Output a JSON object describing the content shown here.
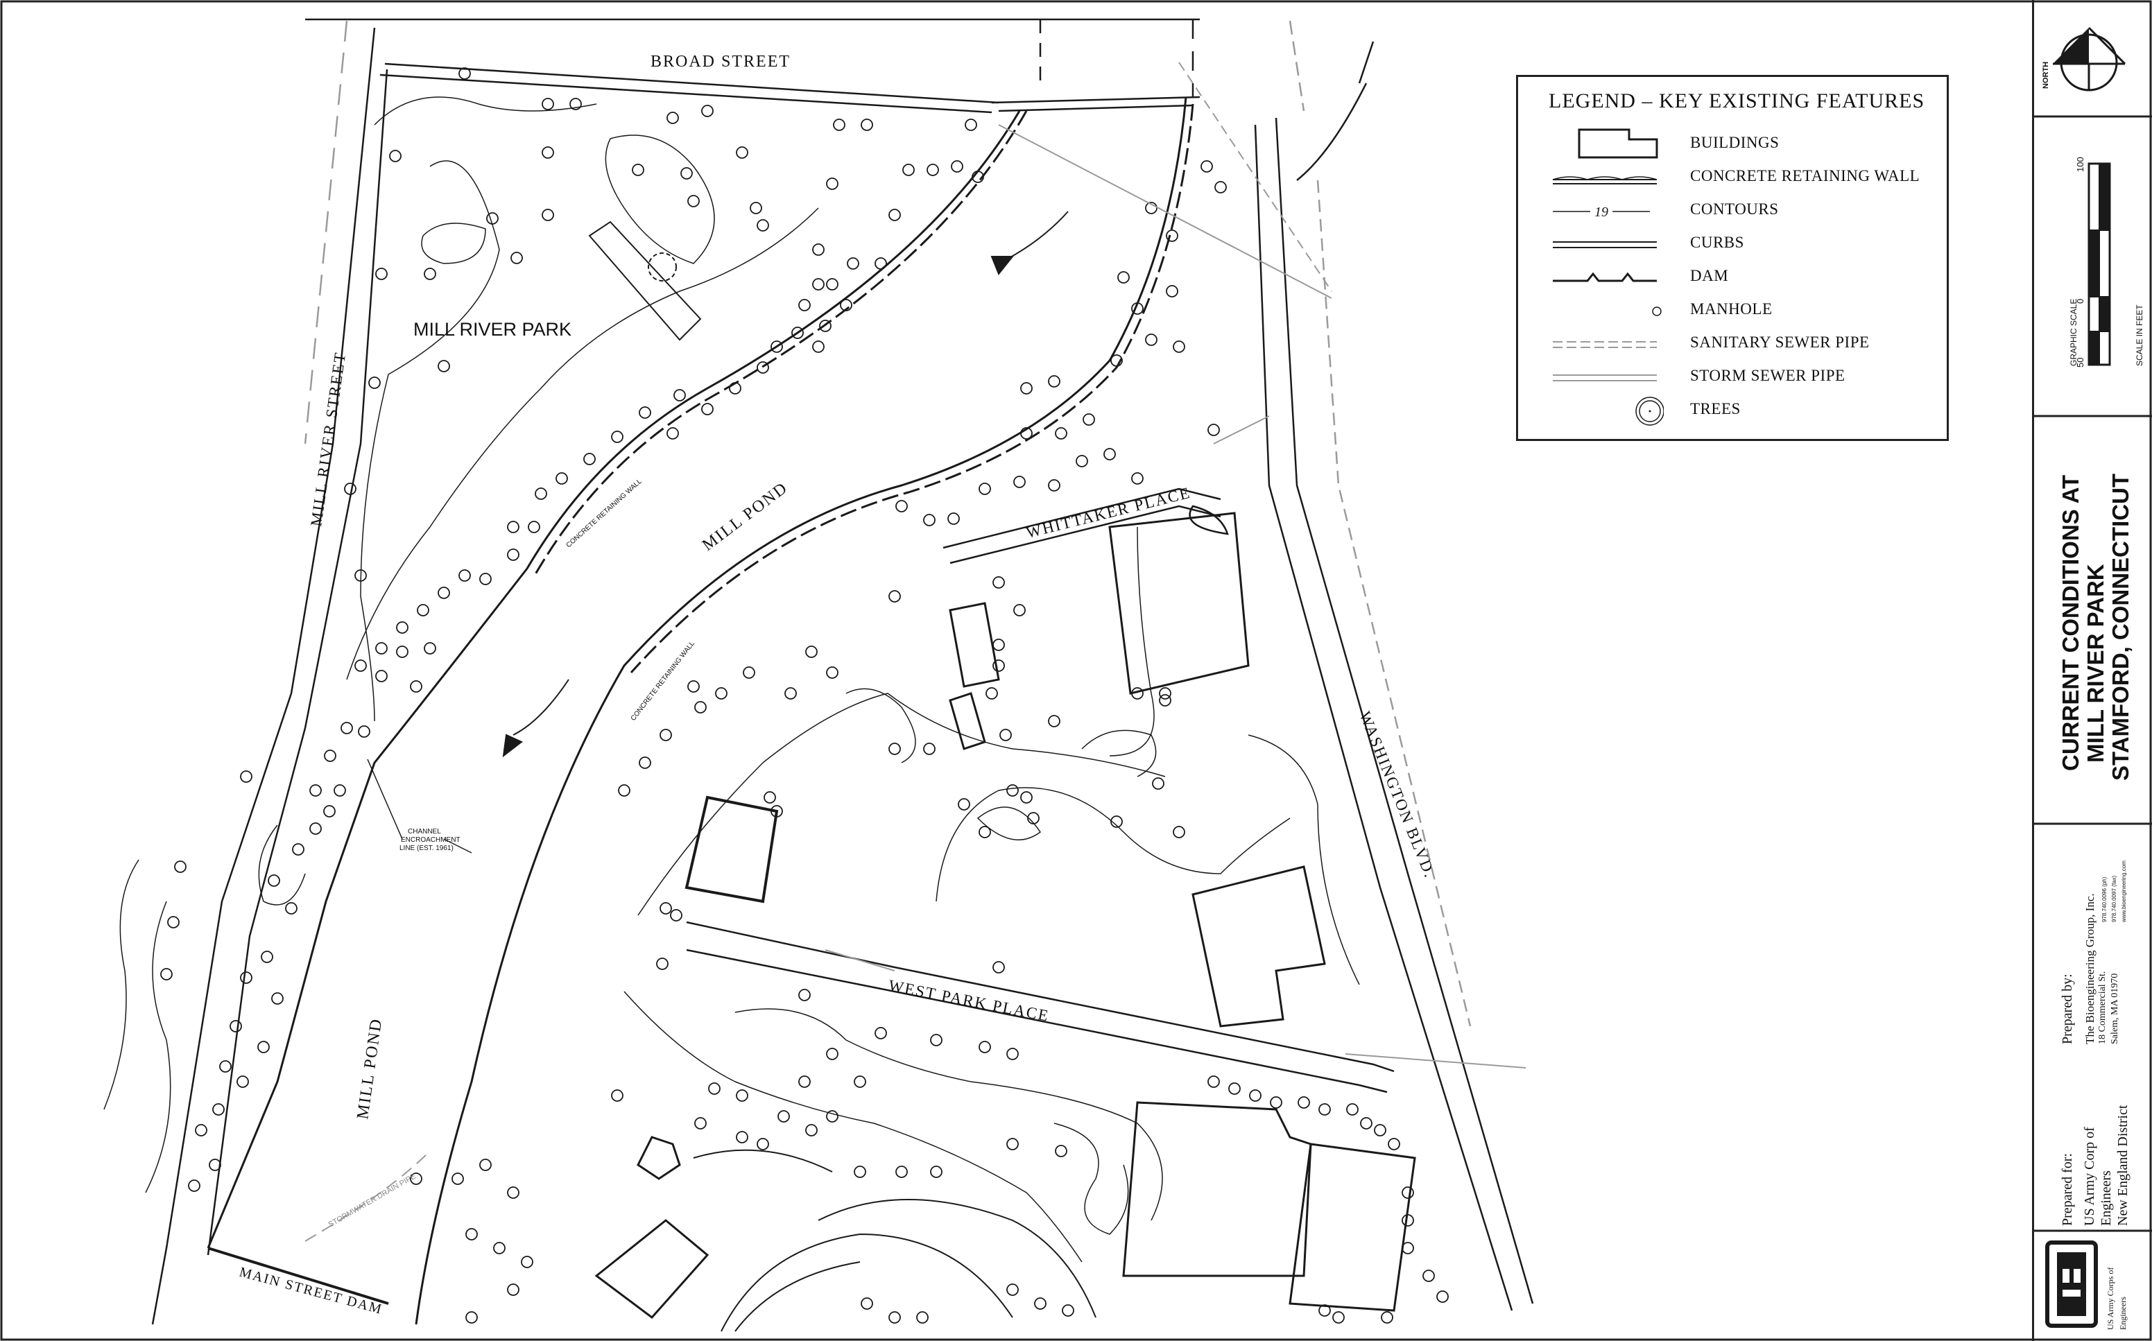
{
  "map": {
    "street_labels": {
      "broad_street": "BROAD STREET",
      "mill_river_street": "MILL RIVER STREET",
      "whittaker_place": "WHITTAKER PLACE",
      "washington_blvd": "WASHINGTON BLVD.",
      "west_park_place": "WEST PARK PLACE",
      "main_street_dam": "MAIN STREET DAM"
    },
    "area_labels": {
      "mill_river_park": "MILL RIVER PARK",
      "mill_pond_upper": "MILL POND",
      "mill_pond_lower": "MILL POND"
    },
    "annotations": {
      "retaining_wall_1": "CONCRETE RETAINING WALL",
      "retaining_wall_2": "CONCRETE RETAINING WALL",
      "channel_line_1": "CHANNEL",
      "channel_line_2": "ENCROACHMENT",
      "channel_line_3": "LINE (EST. 1961)",
      "storm_drain": "STORMWATER DRAIN PIPE"
    }
  },
  "legend": {
    "title": "LEGEND – KEY EXISTING FEATURES",
    "items": [
      {
        "label": "BUILDINGS",
        "symbol": "building-symbol"
      },
      {
        "label": "CONCRETE RETAINING WALL",
        "symbol": "retaining-wall-symbol"
      },
      {
        "label": "CONTOURS",
        "symbol": "contour-symbol",
        "sample": "19"
      },
      {
        "label": "CURBS",
        "symbol": "curb-symbol"
      },
      {
        "label": "DAM",
        "symbol": "dam-symbol"
      },
      {
        "label": "MANHOLE",
        "symbol": "manhole-symbol"
      },
      {
        "label": "SANITARY SEWER PIPE",
        "symbol": "sanitary-sewer-symbol"
      },
      {
        "label": "STORM SEWER PIPE",
        "symbol": "storm-sewer-symbol"
      },
      {
        "label": "TREES",
        "symbol": "tree-symbol"
      }
    ]
  },
  "title_block": {
    "north_label": "NORTH",
    "scale": {
      "caption": "GRAPHIC SCALE",
      "units": "SCALE IN FEET",
      "ticks": [
        "100",
        "0",
        "50"
      ]
    },
    "title_lines": [
      "CURRENT CONDITIONS AT",
      "MILL RIVER PARK",
      "STAMFORD, CONNECTICUT"
    ],
    "prepared_by": {
      "heading": "Prepared by:",
      "lines": [
        "The Bioengineering Group, Inc.",
        "18 Commercial St.",
        "Salem, MA 01970"
      ],
      "contact": [
        "978.740.0096 (ph)",
        "978.740.0097 (fax)",
        "www.bioengineering.com"
      ]
    },
    "prepared_for": {
      "heading": "Prepared for:",
      "lines": [
        "US Army Corp of",
        "Engineers",
        "New England District"
      ]
    },
    "logo_text": [
      "US Army Corps of",
      "Engineers"
    ]
  },
  "colors": {
    "line": "#1a1a1a",
    "light_line": "#9a9a9a",
    "background": "#ffffff"
  }
}
